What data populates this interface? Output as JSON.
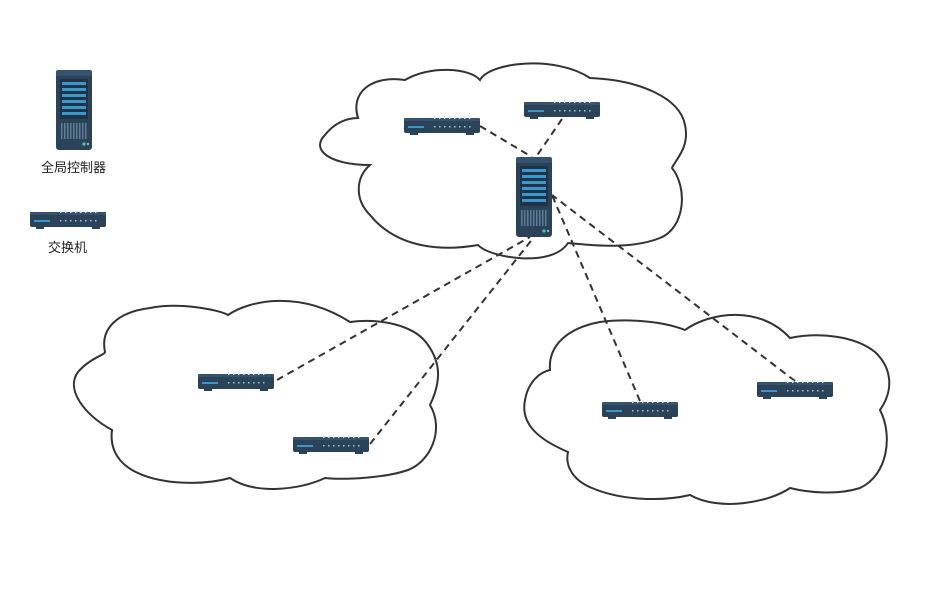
{
  "legend": {
    "controller_label": "全局控制器",
    "switch_label": "交换机"
  },
  "colors": {
    "device_dark": "#2a4359",
    "device_mid": "#35536d",
    "device_accent": "#3d97cf",
    "cloud_stroke": "#333333",
    "link": "#333333"
  },
  "diagram": {
    "clouds": [
      {
        "name": "cloud-top"
      },
      {
        "name": "cloud-left"
      },
      {
        "name": "cloud-right"
      }
    ],
    "controller": {
      "name": "global-controller-server"
    },
    "switches": [
      {
        "name": "switch-top-left",
        "cloud": "cloud-top"
      },
      {
        "name": "switch-top-right",
        "cloud": "cloud-top"
      },
      {
        "name": "switch-left-upper",
        "cloud": "cloud-left"
      },
      {
        "name": "switch-left-lower",
        "cloud": "cloud-left"
      },
      {
        "name": "switch-right-left",
        "cloud": "cloud-right"
      },
      {
        "name": "switch-right-right",
        "cloud": "cloud-right"
      }
    ],
    "link_style": "dashed"
  }
}
